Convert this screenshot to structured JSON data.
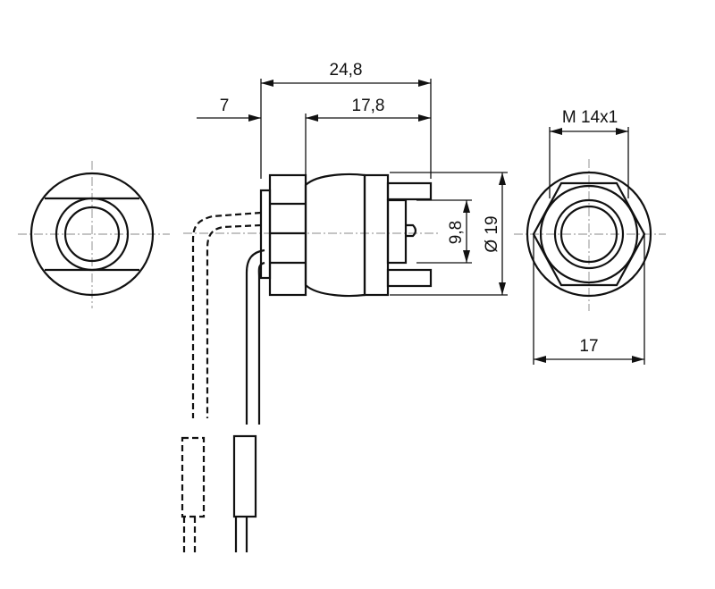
{
  "dimensions": {
    "overall_length": "24,8",
    "front_length": "7",
    "body_length": "17,8",
    "thread": "M 14x1",
    "across_flats": "17",
    "inner_dia": "9,8",
    "outer_dia": "Ø 19"
  }
}
